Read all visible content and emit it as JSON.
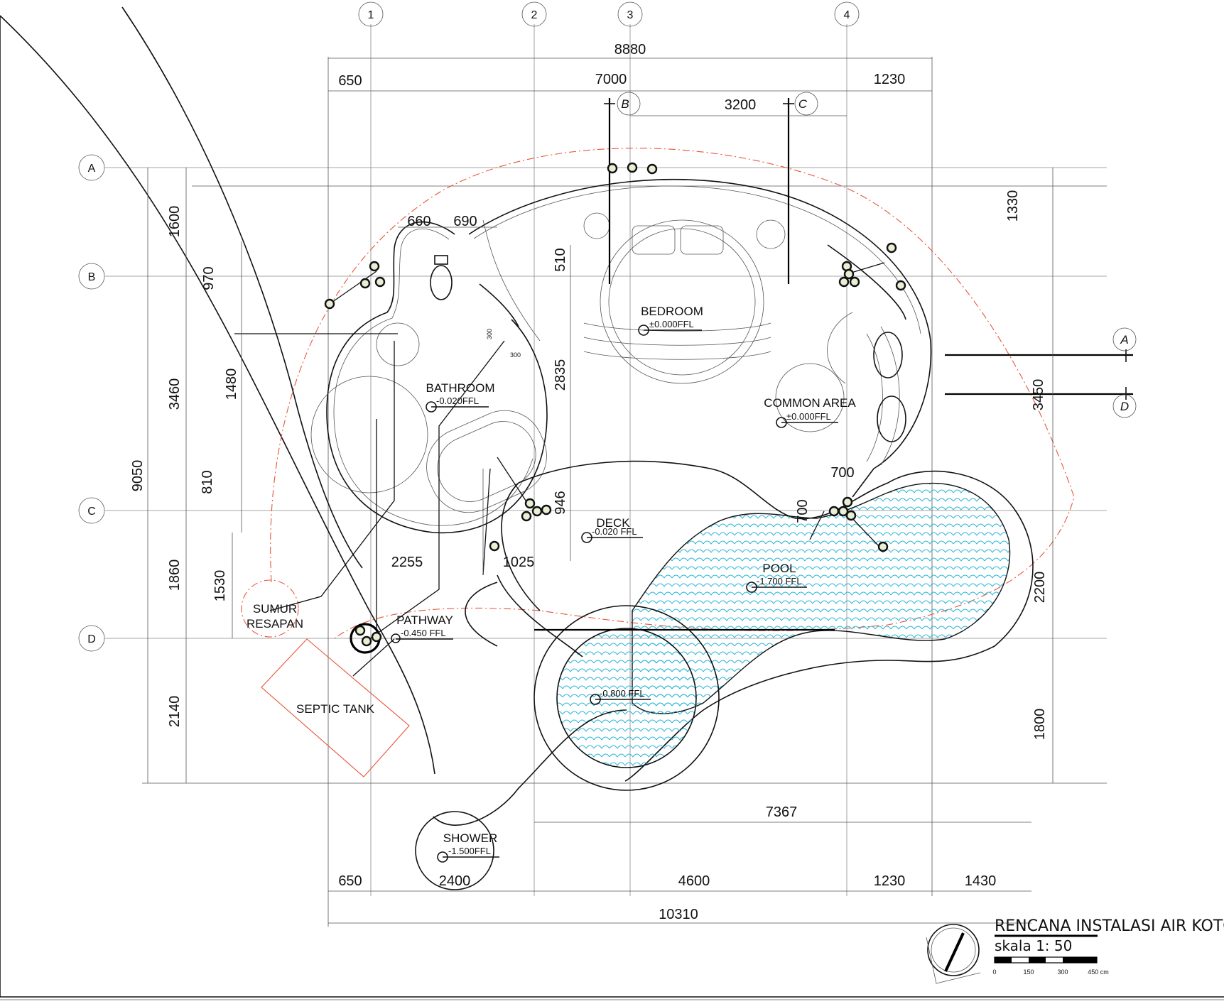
{
  "grid": {
    "columns": [
      "1",
      "2",
      "3",
      "4"
    ],
    "rows": [
      "A",
      "B",
      "C",
      "D"
    ],
    "sections": [
      "A",
      "B",
      "C",
      "D"
    ]
  },
  "dimensions": {
    "top_total": "8880",
    "top_left": "650",
    "top_mid": "7000",
    "top_right": "1230",
    "top_bc": "3200",
    "left_1600": "1600",
    "left_970": "970",
    "left_3460": "3460",
    "left_1480": "1480",
    "left_9050": "9050",
    "left_810": "810",
    "left_1860": "1860",
    "left_1530": "1530",
    "left_2140": "2140",
    "right_1330": "1330",
    "right_3450": "3450",
    "right_2200": "2200",
    "right_1800": "1800",
    "in_660": "660",
    "in_690": "690",
    "in_510": "510",
    "in_2835": "2835",
    "in_946": "946",
    "in_2255": "2255",
    "in_1025": "1025",
    "in_700h": "700",
    "in_700v": "700",
    "in_7367": "7367",
    "bot_650": "650",
    "bot_2400": "2400",
    "bot_4600": "4600",
    "bot_1230": "1230",
    "bot_1430": "1430",
    "bot_total": "10310",
    "note_300a": "300",
    "note_300b": "300"
  },
  "rooms": {
    "bedroom": {
      "name": "BEDROOM",
      "level": "±0.000FFL"
    },
    "bathroom": {
      "name": "BATHROOM",
      "level": "-0.020FFL"
    },
    "common": {
      "name": "COMMON AREA",
      "level": "±0.000FFL"
    },
    "deck": {
      "name": "DECK",
      "level": "-0.020 FFL"
    },
    "pool": {
      "name": "POOL",
      "level": "-1.700 FFL"
    },
    "pool_small": {
      "level": "-0.800 FFL"
    },
    "pathway": {
      "name": "PATHWAY",
      "level": "-0.450 FFL"
    },
    "shower": {
      "name": "SHOWER",
      "level": "-1.500FFL"
    },
    "sumur_1": "SUMUR",
    "sumur_2": "RESAPAN",
    "septic": "SEPTIC TANK"
  },
  "title_block": {
    "title": "RENCANA INSTALASI AIR KOTOR",
    "scale": "skala 1: 50",
    "bar_labels": [
      "0",
      "150",
      "300",
      "450 cm"
    ]
  },
  "colors": {
    "water": "#29b6d6",
    "red_outline": "#e8553a",
    "node_fill": "#e7efd4"
  }
}
